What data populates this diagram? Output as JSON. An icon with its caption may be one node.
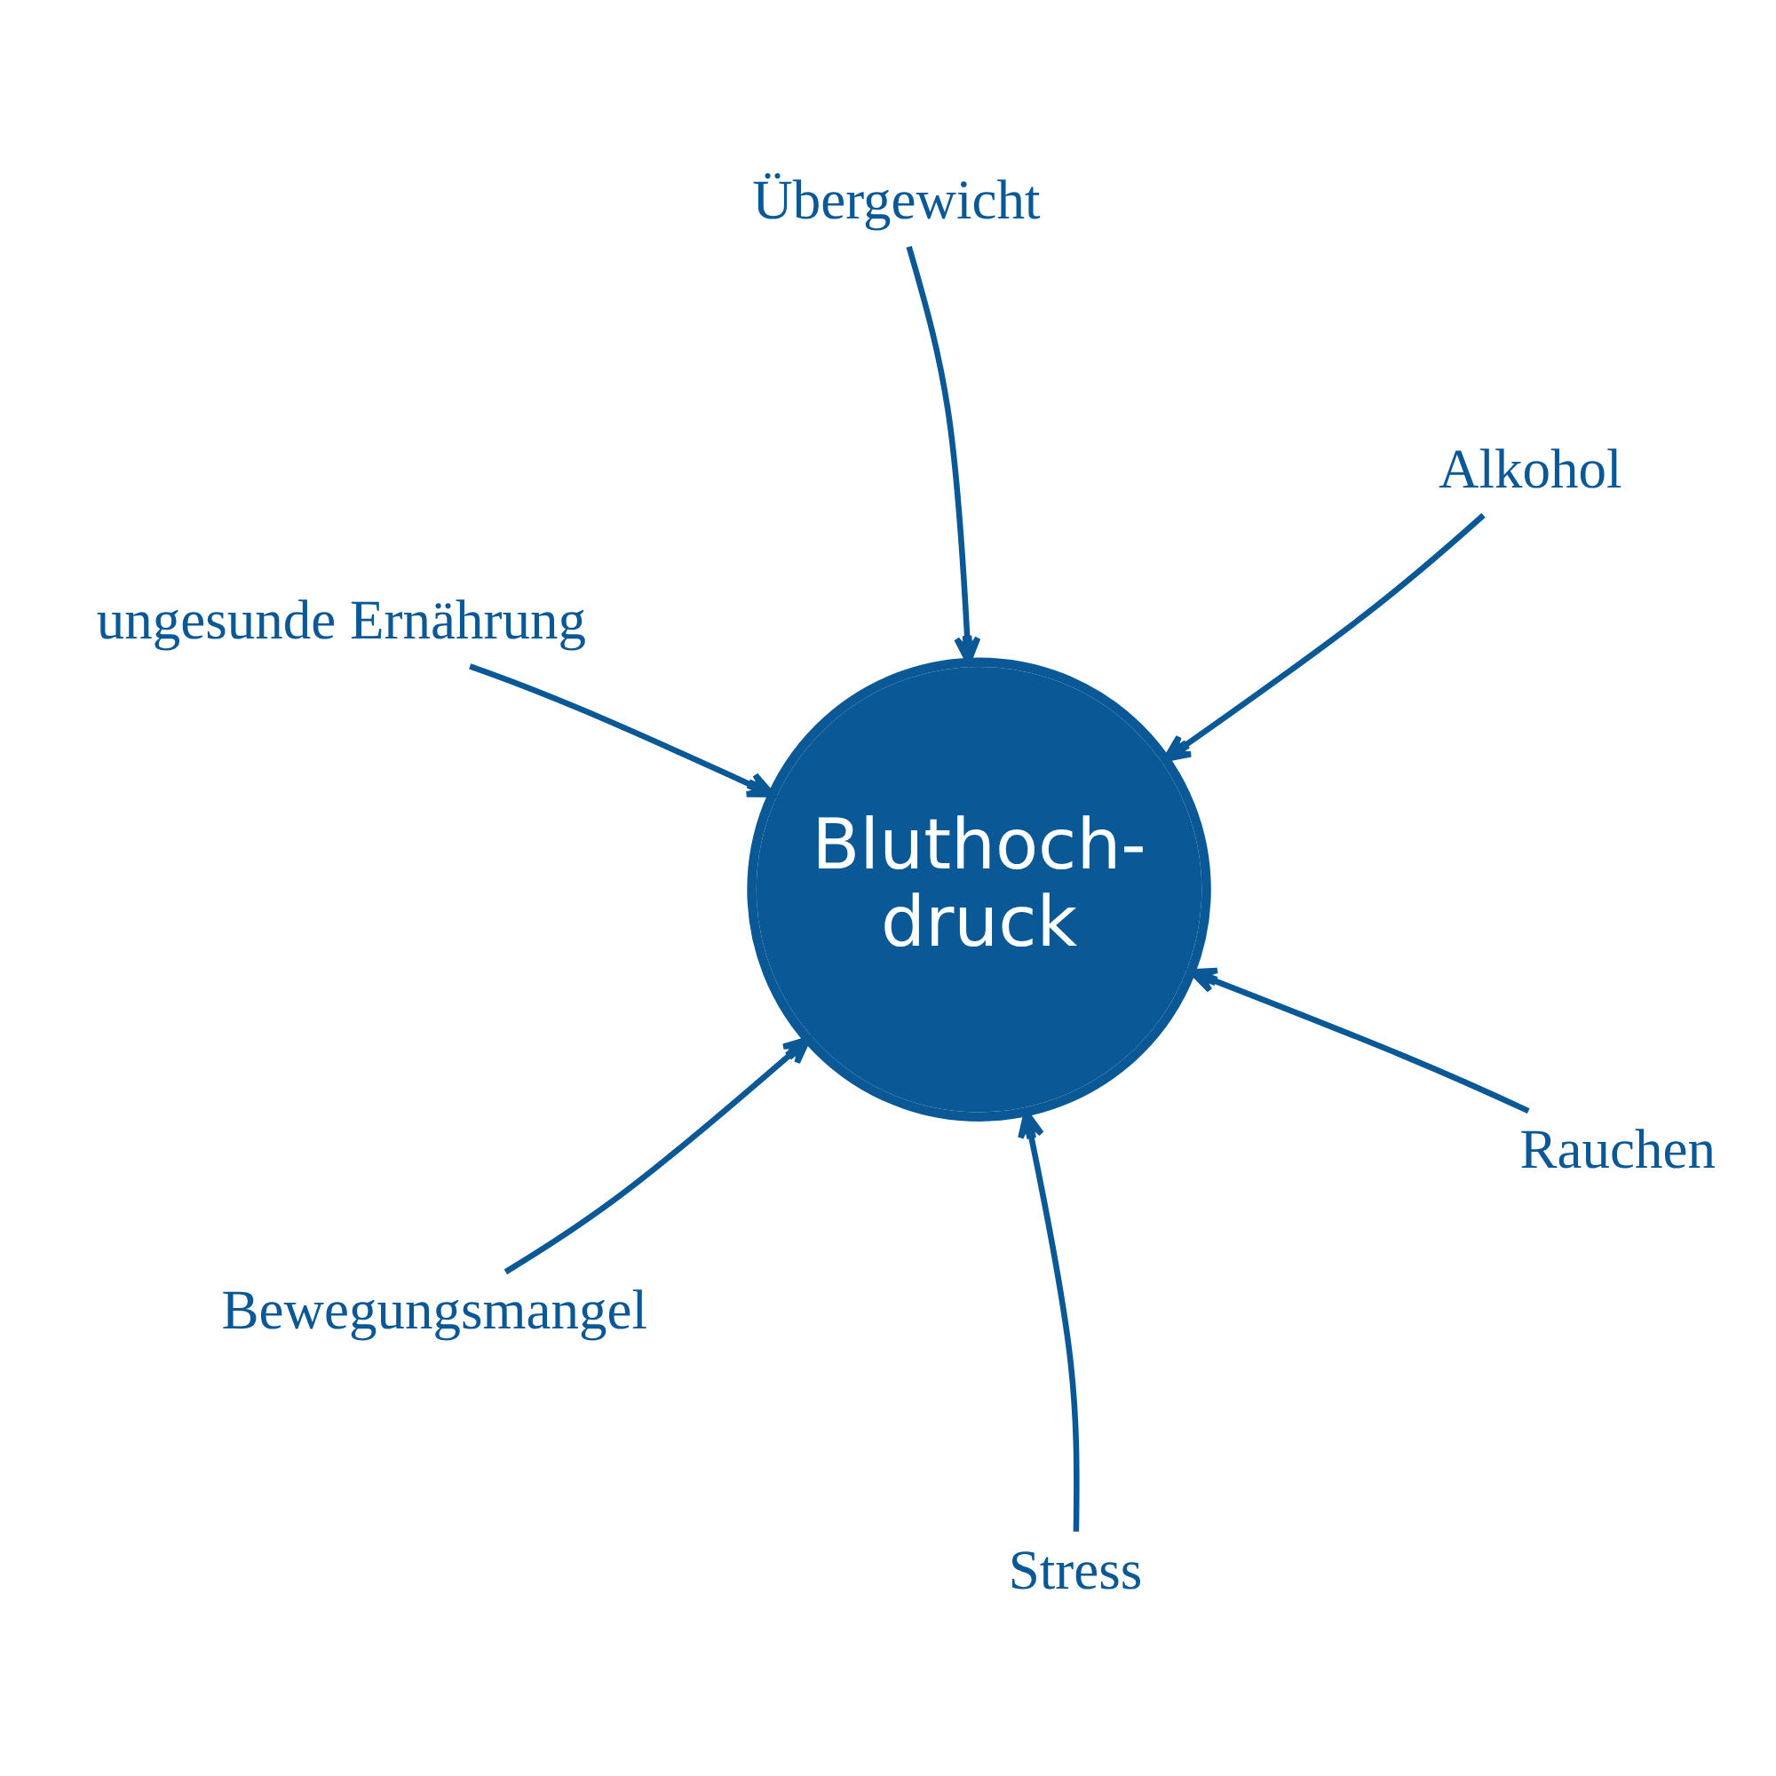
{
  "diagram": {
    "nodes": [
      {
        "text": [
          "ungesunde Ernährung"
        ]
      },
      {
        "text": [
          "Rauchen"
        ]
      },
      {
        "text": [
          "Stress"
        ]
      },
      {
        "text": [
          "Bluthoch- druck"
        ]
      },
      {
        "text": [
          "Alkohol"
        ]
      },
      {
        "text": [
          "Übergewicht"
        ]
      },
      {
        "text": [
          "Bewegungsmangel"
        ]
      }
    ],
    "edges": [
      {
        "from": 0,
        "to": 3,
        "arrow": "to"
      },
      {
        "from": 1,
        "to": 3,
        "arrow": "to"
      },
      {
        "from": 2,
        "to": 3,
        "arrow": "to"
      },
      {
        "from": 4,
        "to": 3,
        "arrow": "to"
      },
      {
        "from": 5,
        "to": 3,
        "arrow": "to"
      },
      {
        "from": 6,
        "to": 3,
        "arrow": "to"
      }
    ]
  }
}
